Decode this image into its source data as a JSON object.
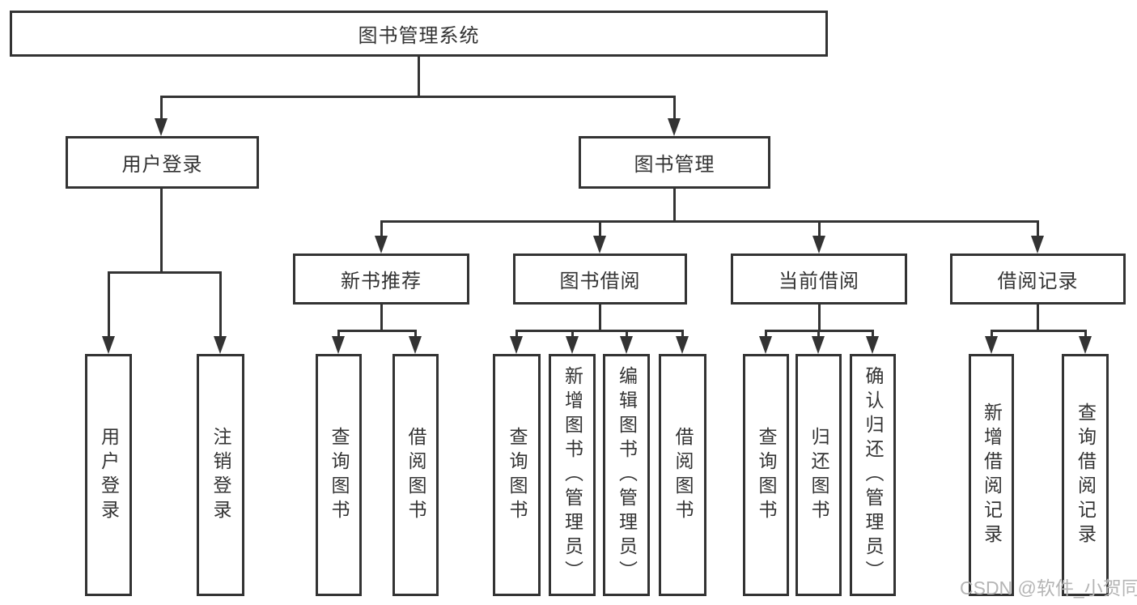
{
  "diagram": {
    "root": {
      "label": "图书管理系统"
    },
    "branches": [
      {
        "label": "用户登录",
        "children": [
          {
            "label": "用户登录"
          },
          {
            "label": "注销登录"
          }
        ]
      },
      {
        "label": "图书管理",
        "children": [
          {
            "label": "新书推荐",
            "children": [
              {
                "label": "查询图书"
              },
              {
                "label": "借阅图书"
              }
            ]
          },
          {
            "label": "图书借阅",
            "children": [
              {
                "label": "查询图书"
              },
              {
                "label": "新增图书（管理员）"
              },
              {
                "label": "编辑图书（管理员）"
              },
              {
                "label": "借阅图书"
              }
            ]
          },
          {
            "label": "当前借阅",
            "children": [
              {
                "label": "查询图书"
              },
              {
                "label": "归还图书"
              },
              {
                "label": "确认归还（管理员）"
              }
            ]
          },
          {
            "label": "借阅记录",
            "children": [
              {
                "label": "新增借阅记录"
              },
              {
                "label": "查询借阅记录"
              }
            ]
          }
        ]
      }
    ]
  },
  "watermark": {
    "text": "CSDN @软件_小贺同学"
  },
  "colors": {
    "line": "#333333",
    "text": "#333333",
    "watermark_text": "#b5b5b5",
    "background": "#ffffff"
  }
}
